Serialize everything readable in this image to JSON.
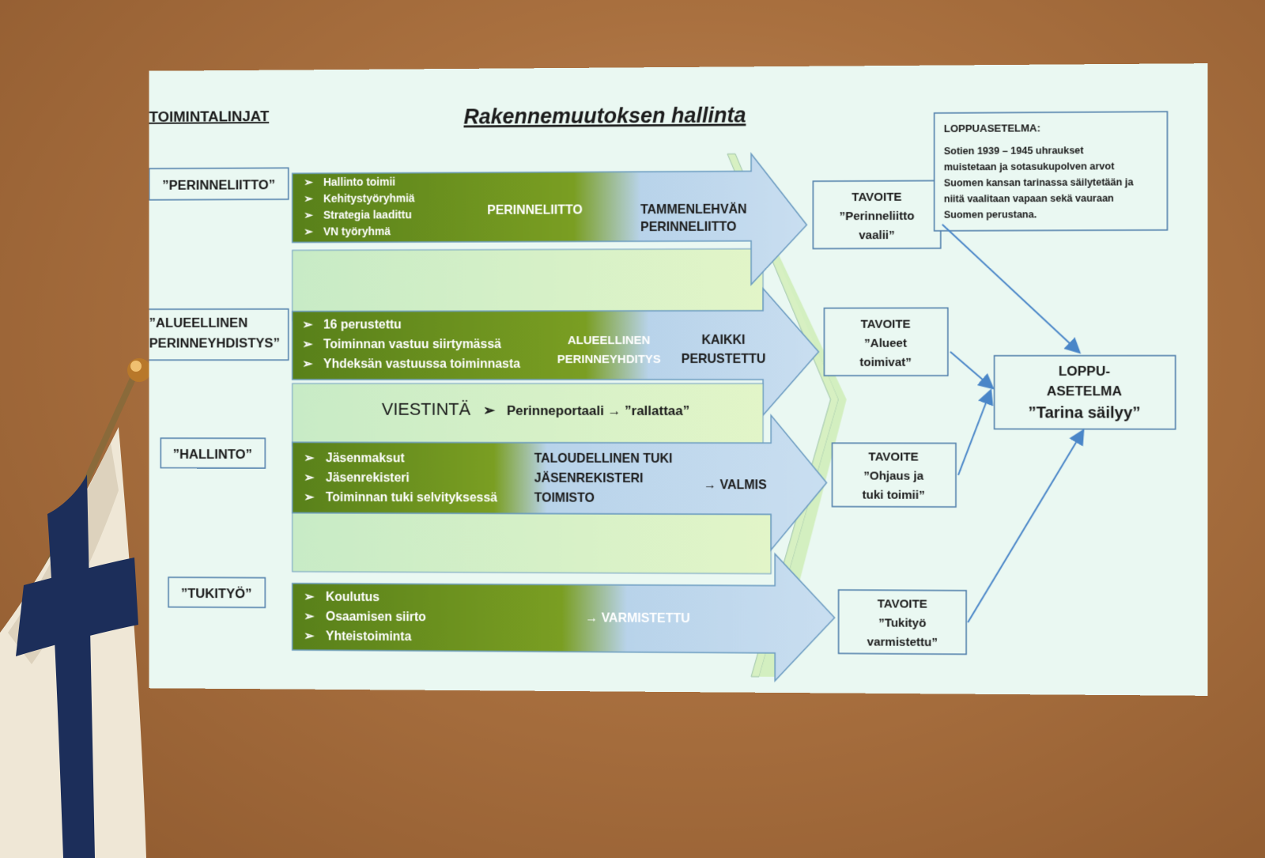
{
  "left_heading": "TOIMINTALINJAT",
  "title": "Rakennemuutoksen hallinta",
  "lines": [
    {
      "label": "”PERINNELIITTO”",
      "items": [
        "Hallinto toimii",
        "Kehitystyöryhmiä",
        "Strategia laadittu",
        "VN työryhmä"
      ],
      "middle": "PERINNELIITTO",
      "result": [
        "TAMMENLEHVÄN",
        "PERINNELIITTO"
      ],
      "goal": [
        "TAVOITE",
        "”Perinneliitto",
        "vaalii”"
      ]
    },
    {
      "label": [
        "”ALUEELLINEN",
        "PERINNEYHDISTYS”"
      ],
      "items": [
        "16 perustettu",
        "Toiminnan vastuu siirtymässä",
        "Yhdeksän vastuussa toiminnasta"
      ],
      "middle": [
        "ALUEELLINEN",
        "PERINNEYHDITYS"
      ],
      "result": [
        "KAIKKI",
        "PERUSTETTU"
      ],
      "goal": [
        "TAVOITE",
        "”Alueet",
        "toimivat”"
      ]
    },
    {
      "label": "”HALLINTO”",
      "items": [
        "Jäsenmaksut",
        "Jäsenrekisteri",
        "Toiminnan tuki selvityksessä"
      ],
      "middle": [
        "TALOUDELLINEN TUKI",
        "JÄSENREKISTERI",
        "TOIMISTO"
      ],
      "result": "→ VALMIS",
      "goal": [
        "TAVOITE",
        "”Ohjaus ja",
        "tuki toimii”"
      ]
    },
    {
      "label": "”TUKITYÖ”",
      "items": [
        "Koulutus",
        "Osaamisen siirto",
        "Yhteistoiminta"
      ],
      "result": "→ VARMISTETTU",
      "goal": [
        "TAVOITE",
        "”Tukityö",
        "varmistettu”"
      ]
    }
  ],
  "communication": {
    "label": "VIESTINTÄ",
    "text": "Perinneportaali → ”rallattaa”"
  },
  "end_state_box": {
    "heading": "LOPPUASETELMA:",
    "text": [
      "Sotien 1939 – 1945 uhraukset",
      "muistetaan ja sotasukupolven arvot",
      "Suomen kansan tarinassa säilytetään ja",
      "niitä vaalitaan vapaan sekä vauraan",
      "Suomen perustana."
    ]
  },
  "final_box": [
    "LOPPU-",
    "ASETELMA",
    "”Tarina säilyy”"
  ],
  "colors": {
    "screen": "#eaf8f2",
    "green_dark": "#5a8018",
    "green_light": "#7fa028",
    "arrow_blue": "#b8d3ea",
    "band_green": "#d7f0c2",
    "connector": "#4a86c8"
  }
}
